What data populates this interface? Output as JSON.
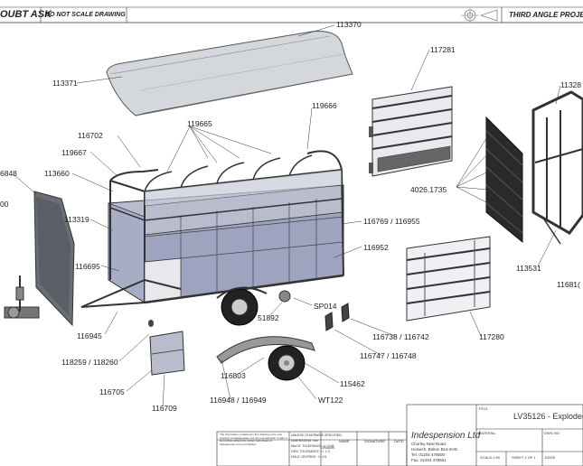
{
  "header": {
    "doubt_text": "OUBT ASK",
    "scale_note": "DO NOT SCALE DRAWING",
    "projection": "THIRD ANGLE PROJEC"
  },
  "callouts": {
    "c113370": "113370",
    "c113371": "113371",
    "c113281": "117281",
    "c11328x": "11328",
    "c116702": "116702",
    "c119665": "119665",
    "c119666": "119666",
    "c119667": "119667",
    "c116848": "6848",
    "c113660": "113660",
    "c4026": "4026.1735",
    "c113319": "113319",
    "c00": "00",
    "c116769": "116769 / 116955",
    "c116952": "116952",
    "c116695": "116695",
    "c113531": "113531",
    "c116810": "11681(",
    "csp014": "SP014",
    "c51892": "51892",
    "c116945": "116945",
    "c116738": "116738 / 116742",
    "c117280": "117280",
    "c116747": "116747 / 116748",
    "c118259": "118259 / 118260",
    "c116803": "116803",
    "c115462": "115462",
    "c116705": "116705",
    "cwt122": "WT122",
    "c116948": "116948 / 116949",
    "c116709": "116709"
  },
  "title_block": {
    "company": "Indespension Ltd",
    "address_1": "Chorley New Road",
    "address_2": "Horwich, Bolton BL6 6HG.",
    "tel": "Tel. 01204 478500",
    "fax": "Fax. 01204 478551",
    "drawing_title": "LV35126 - Explodec",
    "title_label": "TITLE",
    "material_label": "MATERIAL",
    "dwg_no_label": "DWG NO.",
    "drawn_label": "DRAWN",
    "name_label": "NAME",
    "signature_label": "SIGNATURE",
    "date_label": "DATE",
    "scale_label": "SCALE:1:90",
    "sheet_label": "SHEET 1 OF 1",
    "weight_label": "EDGE",
    "unless_note": "UNLESS OTHERWISE SPECIFIED:",
    "dims_note": "DIMENSIONS: mm",
    "mach_tol": "MACH. TOLERANCE: +/- 0.05",
    "gen_tol": "GEN. TOLERANCE: +/- 1.0",
    "hole_centres": "HOLE CENTRES: +/- 0.5",
    "copyright": "The information contained in this drawing is the sole property of Indespension Ltd. Any reproduction in part or as a whole without the written permission of Indespension Ltd is prohibited."
  }
}
